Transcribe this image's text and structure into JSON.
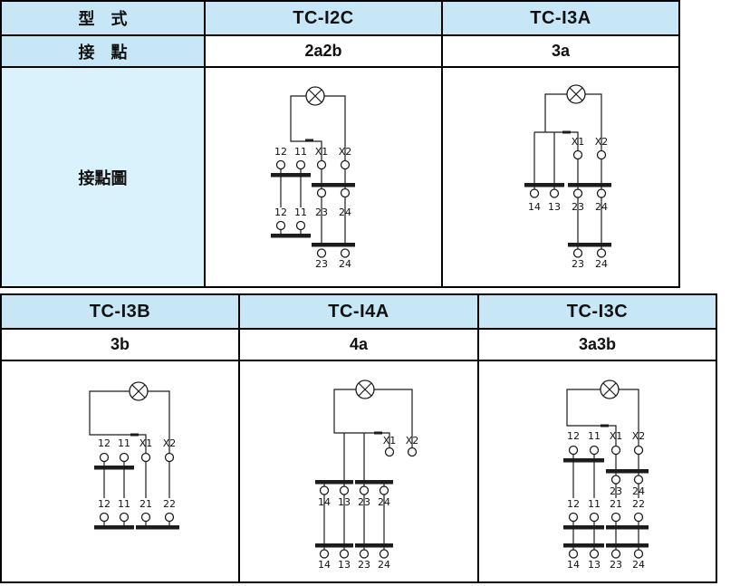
{
  "colors": {
    "header_bg": "#c7e7f6",
    "diagram_label_bg": "#daf2fc",
    "border": "#000000"
  },
  "top_table": {
    "model_row_label": "型　式",
    "contact_row_label": "接　點",
    "diagram_row_label": "接點圖",
    "columns": [
      {
        "model": "TC-I2C",
        "contacts": "2a2b"
      },
      {
        "model": "TC-I3A",
        "contacts": "3a"
      }
    ]
  },
  "bottom_table": {
    "columns": [
      {
        "model": "TC-I3B",
        "contacts": "3b"
      },
      {
        "model": "TC-I4A",
        "contacts": "4a"
      },
      {
        "model": "TC-I3C",
        "contacts": "3a3b"
      }
    ]
  },
  "diagrams": {
    "i2c": {
      "labels": [
        "12",
        "11",
        "X1",
        "X2",
        "12",
        "11",
        "23",
        "24",
        "23",
        "24"
      ]
    },
    "i3a": {
      "labels": [
        "X1",
        "X2",
        "14",
        "13",
        "23",
        "24",
        "23",
        "24"
      ]
    },
    "i3b": {
      "labels": [
        "12",
        "11",
        "X1",
        "X2",
        "12",
        "11",
        "21",
        "22"
      ]
    },
    "i4a": {
      "labels": [
        "X1",
        "X2",
        "14",
        "13",
        "23",
        "24",
        "14",
        "13",
        "23",
        "24"
      ]
    },
    "i3c": {
      "labels": [
        "12",
        "11",
        "X1",
        "X2",
        "23",
        "24",
        "12",
        "11",
        "21",
        "22",
        "14",
        "13",
        "23",
        "24"
      ]
    }
  }
}
